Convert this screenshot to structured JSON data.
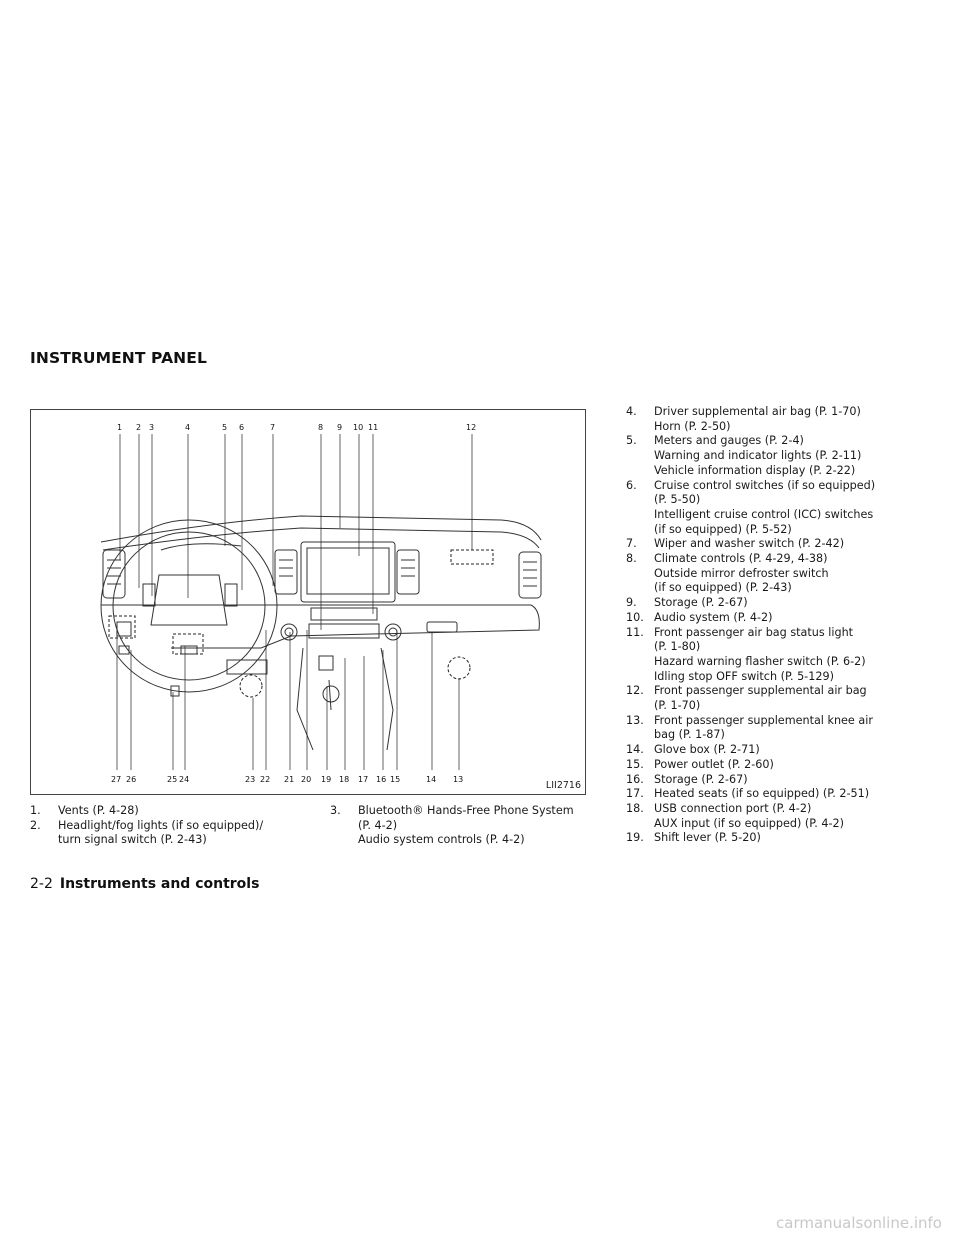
{
  "section_title": "INSTRUMENT PANEL",
  "figure": {
    "code": "LII2716",
    "top_callouts": [
      "1",
      "2",
      "3",
      "4",
      "5",
      "6",
      "7",
      "8",
      "9",
      "10",
      "11",
      "12"
    ],
    "bottom_callouts": [
      "27",
      "26",
      "25",
      "24",
      "23",
      "22",
      "21",
      "20",
      "19",
      "18",
      "17",
      "16",
      "15",
      "14",
      "13"
    ]
  },
  "col1": [
    {
      "n": "1.",
      "lines": [
        "Vents (P. 4-28)"
      ]
    },
    {
      "n": "2.",
      "lines": [
        "Headlight/fog lights (if so equipped)/",
        "turn signal switch (P. 2-43)"
      ]
    }
  ],
  "col2": [
    {
      "n": "3.",
      "lines": [
        "Bluetooth® Hands-Free Phone System",
        "(P. 4-2)",
        "Audio system controls (P. 4-2)"
      ]
    }
  ],
  "col3": [
    {
      "n": "4.",
      "lines": [
        "Driver supplemental air bag (P. 1-70)",
        "Horn (P. 2-50)"
      ]
    },
    {
      "n": "5.",
      "lines": [
        "Meters and gauges (P. 2-4)",
        "Warning and indicator lights (P. 2-11)",
        "Vehicle information display (P. 2-22)"
      ]
    },
    {
      "n": "6.",
      "lines": [
        "Cruise control switches (if so equipped)",
        "(P. 5-50)",
        "Intelligent cruise control (ICC) switches",
        "(if so equipped) (P. 5-52)"
      ]
    },
    {
      "n": "7.",
      "lines": [
        "Wiper and washer switch (P. 2-42)"
      ]
    },
    {
      "n": "8.",
      "lines": [
        "Climate controls (P. 4-29, 4-38)",
        "Outside mirror defroster switch",
        "(if so equipped) (P. 2-43)"
      ]
    },
    {
      "n": "9.",
      "lines": [
        "Storage (P. 2-67)"
      ]
    },
    {
      "n": "10.",
      "lines": [
        "Audio system (P. 4-2)"
      ]
    },
    {
      "n": "11.",
      "lines": [
        "Front passenger air bag status light",
        "(P. 1-80)",
        "Hazard warning flasher switch (P. 6-2)",
        "Idling stop OFF switch (P. 5-129)"
      ]
    },
    {
      "n": "12.",
      "lines": [
        "Front passenger supplemental air bag",
        "(P. 1-70)"
      ]
    },
    {
      "n": "13.",
      "lines": [
        "Front passenger supplemental knee air",
        "bag (P. 1-87)"
      ]
    },
    {
      "n": "14.",
      "lines": [
        "Glove box (P. 2-71)"
      ]
    },
    {
      "n": "15.",
      "lines": [
        "Power outlet (P. 2-60)"
      ]
    },
    {
      "n": "16.",
      "lines": [
        "Storage (P. 2-67)"
      ]
    },
    {
      "n": "17.",
      "lines": [
        "Heated seats (if so equipped) (P. 2-51)"
      ]
    },
    {
      "n": "18.",
      "lines": [
        "USB connection port (P. 4-2)",
        "AUX input (if so equipped) (P. 4-2)"
      ]
    },
    {
      "n": "19.",
      "lines": [
        "Shift lever (P. 5-20)"
      ]
    }
  ],
  "footer": {
    "page": "2-2",
    "title": "Instruments and controls"
  },
  "watermark": "carmanualsonline.info"
}
